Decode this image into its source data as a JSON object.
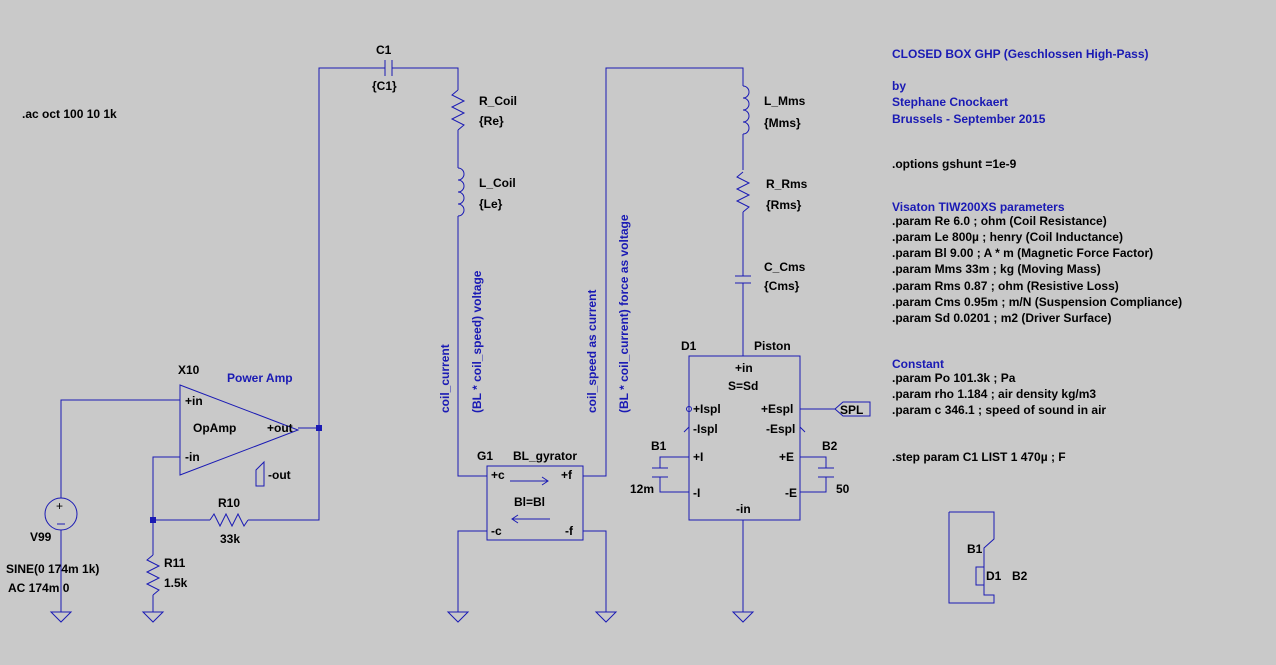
{
  "schematic": {
    "directives": {
      "ac": ".ac oct 100 10 1k",
      "options": ".options gshunt =1e-9",
      "step": ".step param C1 LIST 1 470µ ; F"
    },
    "header": {
      "title": "CLOSED BOX GHP (Geschlossen High-Pass)",
      "by": "by",
      "author": "Stephane Cnockaert",
      "place_date": "Brussels - September 2015"
    },
    "params_block": {
      "heading": "Visaton TIW200XS parameters",
      "lines": [
        ".param Re 6.0 ; ohm (Coil Resistance)",
        ".param Le 800µ ; henry (Coil Inductance)",
        ".param Bl 9.00 ; A * m (Magnetic Force Factor)",
        ".param Mms 33m ; kg (Moving Mass)",
        ".param Rms 0.87 ; ohm (Resistive Loss)",
        ".param Cms 0.95m ; m/N (Suspension Compliance)",
        ".param Sd 0.0201 ; m2 (Driver Surface)"
      ]
    },
    "constant_block": {
      "heading": "Constant",
      "lines": [
        ".param Po 101.3k ; Pa",
        ".param rho 1.184 ; air density kg/m3",
        ".param c 346.1 ; speed of sound in air"
      ]
    },
    "source": {
      "name": "V99",
      "value1": "SINE(0 174m 1k)",
      "value2": "AC 174m 0"
    },
    "opamp": {
      "name": "X10",
      "model": "OpAmp",
      "label": "Power Amp",
      "pin_in_plus": "+in",
      "pin_in_minus": "-in",
      "pin_out_plus": "+out",
      "pin_out_minus": "-out"
    },
    "r10": {
      "name": "R10",
      "value": "33k"
    },
    "r11": {
      "name": "R11",
      "value": "1.5k"
    },
    "c1": {
      "name": "C1",
      "value": "{C1}"
    },
    "r_coil": {
      "name": "R_Coil",
      "value": "{Re}"
    },
    "l_coil": {
      "name": "L_Coil",
      "value": "{Le}"
    },
    "l_mms": {
      "name": "L_Mms",
      "value": "{Mms}"
    },
    "r_rms": {
      "name": "R_Rms",
      "value": "{Rms}"
    },
    "c_cms": {
      "name": "C_Cms",
      "value": "{Cms}"
    },
    "gyrator": {
      "name": "G1",
      "model": "BL_gyrator",
      "body": "Bl=Bl",
      "pin_c_plus": "+c",
      "pin_c_minus": "-c",
      "pin_f_plus": "+f",
      "pin_f_minus": "-f"
    },
    "piston": {
      "name": "D1",
      "model": "Piston",
      "param": "S=Sd",
      "pin_in_plus": "+in",
      "pin_in_minus": "-in",
      "pin_ispl_plus": "+Ispl",
      "pin_ispl_minus": "-Ispl",
      "pin_espl_plus": "+Espl",
      "pin_espl_minus": "-Espl",
      "pin_i_plus": "+I",
      "pin_i_minus": "-I",
      "pin_e_plus": "+E",
      "pin_e_minus": "-E"
    },
    "b1": {
      "name": "B1",
      "value": "12m"
    },
    "b2": {
      "name": "B2",
      "value": "50"
    },
    "spl_flag": "SPL",
    "net_labels": {
      "coil_current": "coil_current",
      "bl_speed_voltage": "(BL * coil_speed) voltage",
      "coil_speed_current": "coil_speed as current",
      "bl_current_force": "(BL * coil_current) force as voltage"
    },
    "symbol_preview": {
      "b1": "B1",
      "d1": "D1",
      "b2": "B2"
    },
    "colors": {
      "background": "#c9c9c9",
      "wire": "#1a1ab4",
      "label_text": "#000000",
      "directive_text": "#1a1ab4"
    }
  }
}
